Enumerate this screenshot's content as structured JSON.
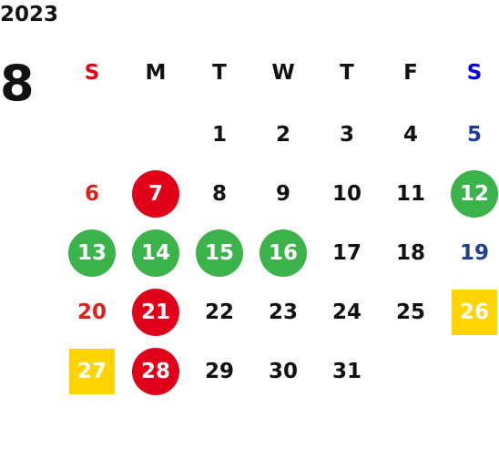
{
  "year": "2023",
  "month": "8",
  "colors": {
    "red": "#e0001a",
    "green": "#3cb24a",
    "yellow": "#ffd400",
    "sunday_text": "#e0201a",
    "saturday_text": "#1f3f8f"
  },
  "weekdays": [
    "S",
    "M",
    "T",
    "W",
    "T",
    "F",
    "S"
  ],
  "weeks": [
    [
      {
        "day": ""
      },
      {
        "day": ""
      },
      {
        "day": "1"
      },
      {
        "day": "2"
      },
      {
        "day": "3"
      },
      {
        "day": "4"
      },
      {
        "day": "5"
      }
    ],
    [
      {
        "day": "6"
      },
      {
        "day": "7",
        "mark": "red-circle"
      },
      {
        "day": "8"
      },
      {
        "day": "9"
      },
      {
        "day": "10"
      },
      {
        "day": "11"
      },
      {
        "day": "12",
        "mark": "green-circle"
      }
    ],
    [
      {
        "day": "13",
        "mark": "green-circle"
      },
      {
        "day": "14",
        "mark": "green-circle"
      },
      {
        "day": "15",
        "mark": "green-circle"
      },
      {
        "day": "16",
        "mark": "green-circle"
      },
      {
        "day": "17"
      },
      {
        "day": "18"
      },
      {
        "day": "19"
      }
    ],
    [
      {
        "day": "20"
      },
      {
        "day": "21",
        "mark": "red-circle"
      },
      {
        "day": "22"
      },
      {
        "day": "23"
      },
      {
        "day": "24"
      },
      {
        "day": "25"
      },
      {
        "day": "26",
        "mark": "yellow-square"
      }
    ],
    [
      {
        "day": "27",
        "mark": "yellow-square"
      },
      {
        "day": "28",
        "mark": "red-circle"
      },
      {
        "day": "29"
      },
      {
        "day": "30"
      },
      {
        "day": "31"
      },
      {
        "day": ""
      },
      {
        "day": ""
      }
    ]
  ]
}
